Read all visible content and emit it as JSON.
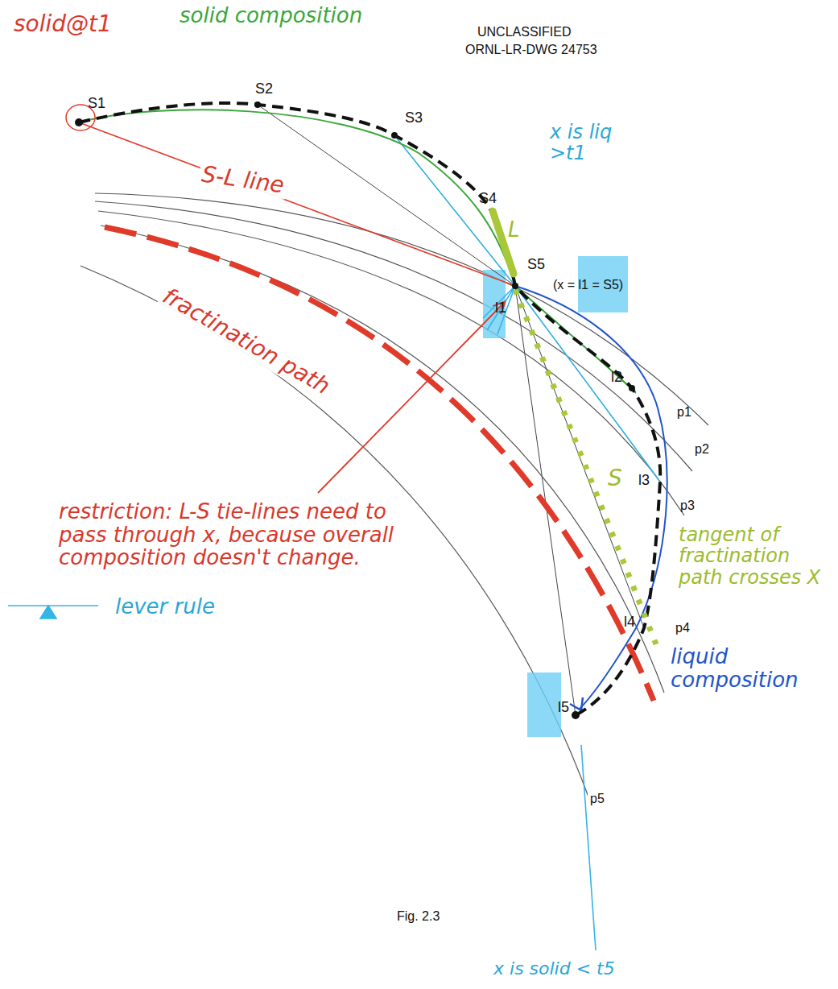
{
  "diagram": {
    "caption": "Fig. 2.3",
    "labels": [
      "UNCLASSIFIED",
      "ORNL-LR-DWG 24753",
      "S1",
      "S2",
      "S3",
      "S4",
      "S5",
      "(x = l1 = S5)",
      "l1",
      "l2",
      "l3",
      "l4",
      "l5",
      "p1",
      "p2",
      "p3",
      "p4",
      "p5",
      "solid@t1",
      "solid composition",
      "S-L line",
      "x is liq >t1",
      "fractination path",
      "L",
      "S",
      "restriction: L-S tie-lines need to pass through x, because overall composition doesn't change.",
      "lever rule",
      "tangent of fractination path crosses X",
      "liquid composition",
      "x is solid < t5"
    ]
  }
}
